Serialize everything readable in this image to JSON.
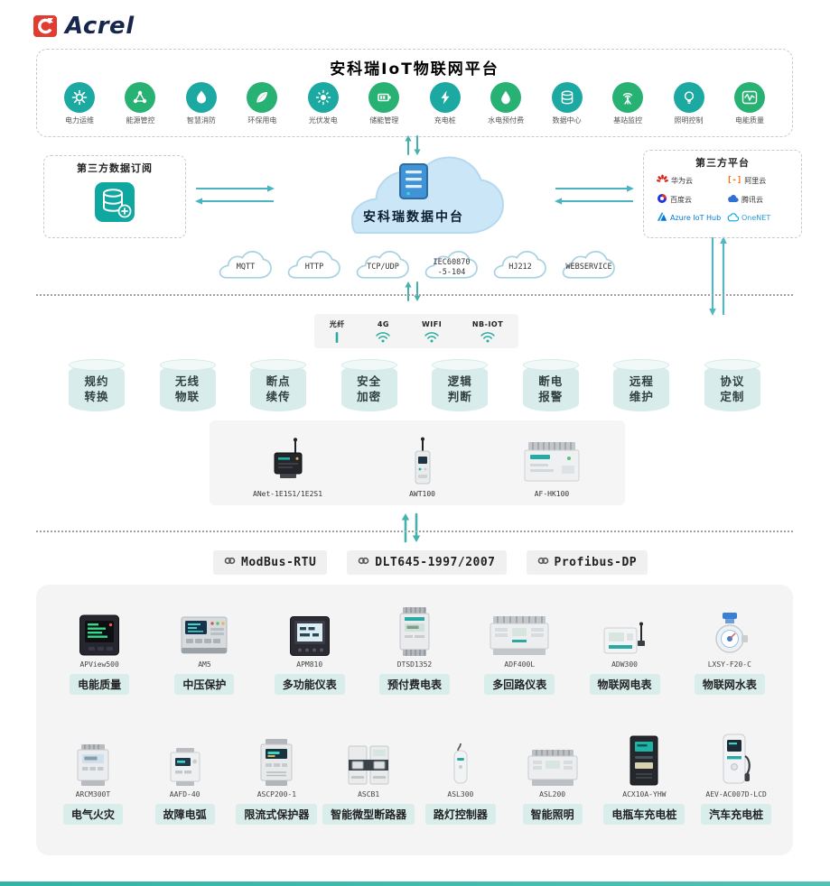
{
  "logo": {
    "text": "Acrel"
  },
  "header": {
    "title": "安科瑞IoT物联网平台"
  },
  "apps": [
    {
      "label": "电力运维",
      "icon": "gear-icon",
      "color": "#1ba9a1"
    },
    {
      "label": "能源管控",
      "icon": "nodes-icon",
      "color": "#27b273"
    },
    {
      "label": "智慧消防",
      "icon": "flame-icon",
      "color": "#1ba9a1"
    },
    {
      "label": "环保用电",
      "icon": "leaf-icon",
      "color": "#27b273"
    },
    {
      "label": "光伏发电",
      "icon": "sun-icon",
      "color": "#1ba9a1"
    },
    {
      "label": "储能管理",
      "icon": "battery-icon",
      "color": "#27b273"
    },
    {
      "label": "充电桩",
      "icon": "bolt-icon",
      "color": "#1ba9a1"
    },
    {
      "label": "水电预付费",
      "icon": "drop-icon",
      "color": "#27b273"
    },
    {
      "label": "数据中心",
      "icon": "database-icon",
      "color": "#1ba9a1"
    },
    {
      "label": "基站监控",
      "icon": "antenna-icon",
      "color": "#27b273"
    },
    {
      "label": "照明控制",
      "icon": "bulb-icon",
      "color": "#1ba9a1"
    },
    {
      "label": "电能质量",
      "icon": "wave-icon",
      "color": "#27b273"
    }
  ],
  "left_box": {
    "title": "第三方数据订阅",
    "icon": "database-plus-icon"
  },
  "center_cloud": {
    "label": "安科瑞数据中台",
    "icon": "server-icon"
  },
  "right_box": {
    "title": "第三方平台",
    "platforms": [
      {
        "label": "华为云",
        "icon": "huawei-cloud-logo",
        "label_color": "#333333"
      },
      {
        "label": "阿里云",
        "icon": "ali-cloud-logo",
        "label_color": "#333333"
      },
      {
        "label": "百度云",
        "icon": "baidu-cloud-logo",
        "label_color": "#333333"
      },
      {
        "label": "腾讯云",
        "icon": "tencent-cloud-logo",
        "label_color": "#333333"
      },
      {
        "label": "Azure IoT Hub",
        "icon": "azure-logo",
        "label_color": "#0078d4"
      },
      {
        "label": "OneNET",
        "icon": "onenet-logo",
        "label_color": "#2b9cd8"
      }
    ]
  },
  "protocol_clouds": [
    "MQTT",
    "HTTP",
    "TCP/UDP",
    "IEC60870\n-5-104",
    "HJ212",
    "WEBSERVICE"
  ],
  "connectivity": [
    {
      "label": "光纤",
      "icon": "fiber-icon"
    },
    {
      "label": "4G",
      "icon": "signal-icon"
    },
    {
      "label": "WIFI",
      "icon": "wifi-icon"
    },
    {
      "label": "NB-IOT",
      "icon": "wifi-icon"
    }
  ],
  "capabilities": [
    "规约\n转换",
    "无线\n物联",
    "断点\n续传",
    "安全\n加密",
    "逻辑\n判断",
    "断电\n报警",
    "远程\n维护",
    "协议\n定制"
  ],
  "gateways": [
    {
      "model": "ANet-1E1S1/1E2S1",
      "icon": "anet-gateway-icon"
    },
    {
      "model": "AWT100",
      "icon": "awt-terminal-icon"
    },
    {
      "model": "AF-HK100",
      "icon": "afhk-gateway-icon"
    }
  ],
  "bus_protocols": [
    "ModBus-RTU",
    "DLT645-1997/2007",
    "Profibus-DP"
  ],
  "device_rows": [
    [
      {
        "model": "APView500",
        "label": "电能质量",
        "icon": "power-quality-analyzer-icon"
      },
      {
        "model": "AM5",
        "label": "中压保护",
        "icon": "protection-relay-icon"
      },
      {
        "model": "APM810",
        "label": "多功能仪表",
        "icon": "multifunction-meter-icon"
      },
      {
        "model": "DTSD1352",
        "label": "预付费电表",
        "icon": "din-energy-meter-icon"
      },
      {
        "model": "ADF400L",
        "label": "多回路仪表",
        "icon": "multi-circuit-meter-icon"
      },
      {
        "model": "ADW300",
        "label": "物联网电表",
        "icon": "iot-energy-meter-icon"
      },
      {
        "model": "LXSY-F20-C",
        "label": "物联网水表",
        "icon": "iot-water-meter-icon"
      }
    ],
    [
      {
        "model": "ARCM300T",
        "label": "电气火灾",
        "icon": "residual-current-monitor-icon"
      },
      {
        "model": "AAFD-40",
        "label": "故障电弧",
        "icon": "arc-fault-detector-icon"
      },
      {
        "model": "ASCP200-1",
        "label": "限流式保护器",
        "icon": "current-limit-protector-icon"
      },
      {
        "model": "ASCB1",
        "label": "智能微型断路器",
        "icon": "smart-breaker-icon"
      },
      {
        "model": "ASL300",
        "label": "路灯控制器",
        "icon": "street-light-controller-icon"
      },
      {
        "model": "ASL200",
        "label": "智能照明",
        "icon": "lighting-module-icon"
      },
      {
        "model": "ACX10A-YHW",
        "label": "电瓶车充电桩",
        "icon": "bike-charging-station-icon"
      },
      {
        "model": "AEV-AC007D-LCD",
        "label": "汽车充电桩",
        "icon": "ev-charger-icon"
      }
    ]
  ],
  "colors": {
    "accent_teal": "#2fb0a8",
    "arrow_teal": "#44b2ac",
    "arrow_blue": "#55b6c2",
    "panel_gray": "#f4f4f5",
    "chip_teal_bg": "#d9edeb",
    "cloud_blue": "#cbe6f6",
    "logo_red": "#e03c31"
  }
}
